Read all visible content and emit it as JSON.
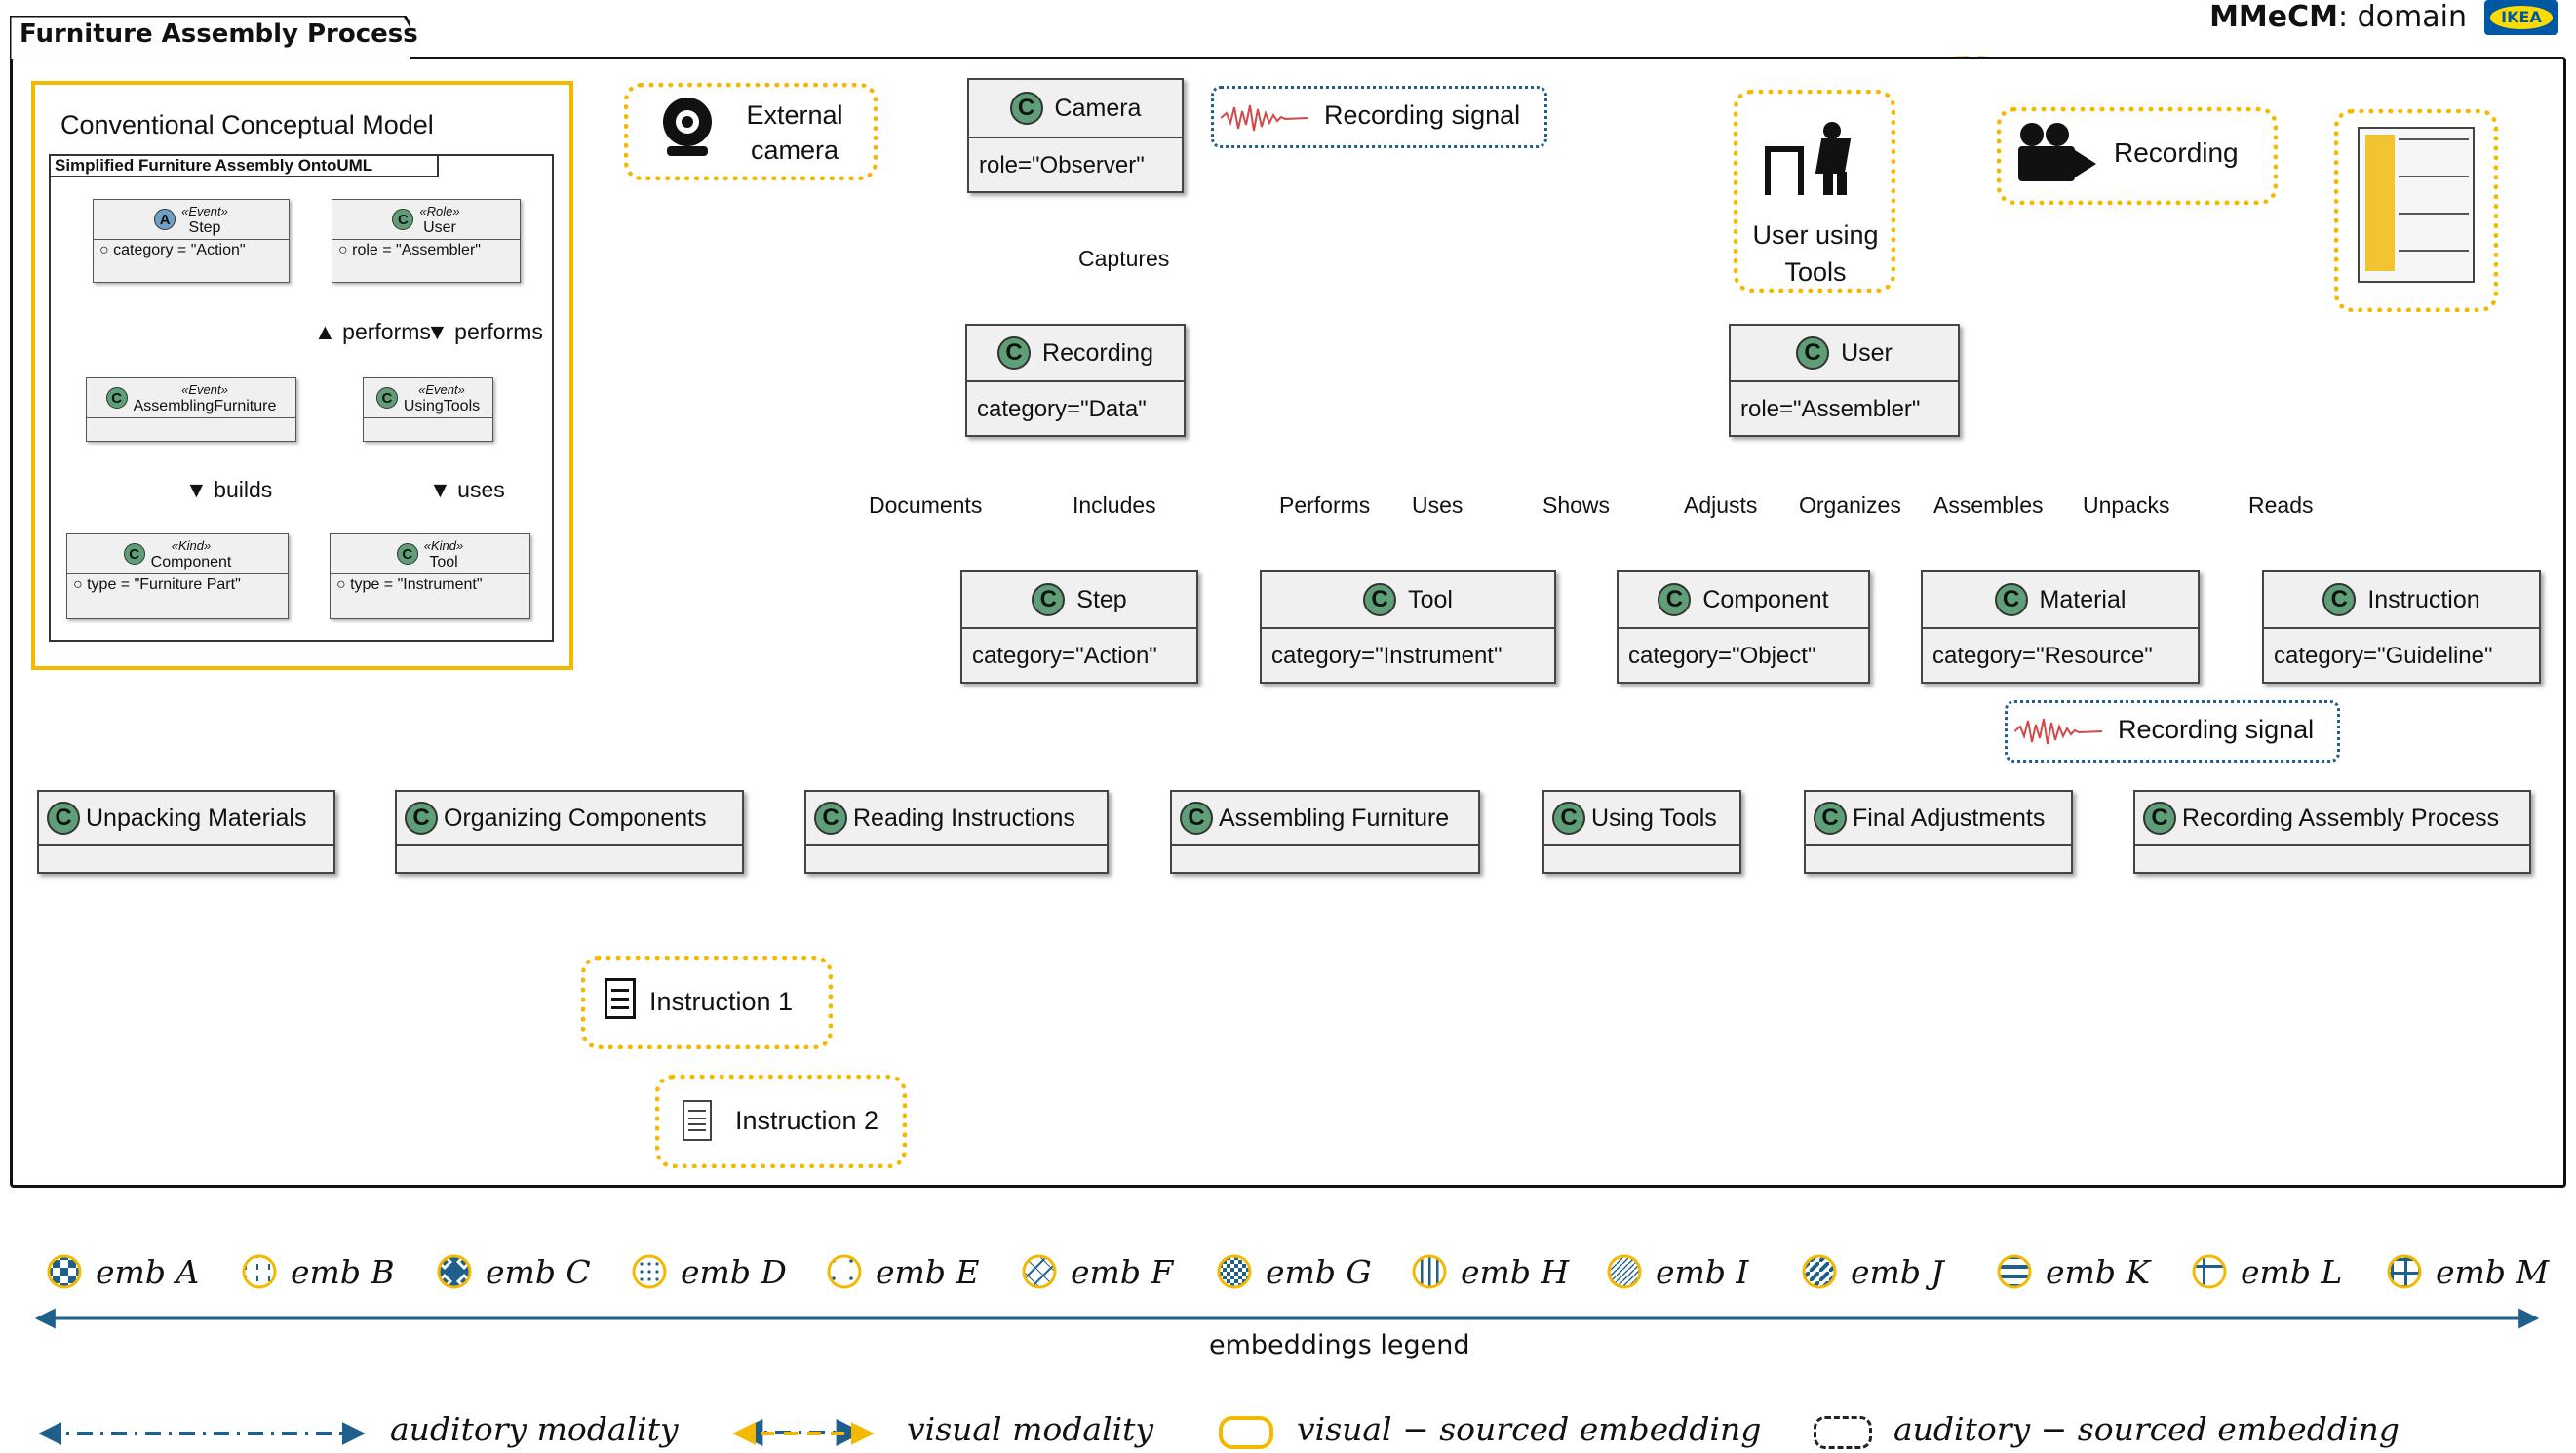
{
  "header": {
    "process_title": "Furniture Assembly Process",
    "domain_prefix": "MMeCM",
    "domain_suffix": ": domain",
    "logo_text": "IKEA"
  },
  "colors": {
    "visual": "#f3b800",
    "auditory": "#1f5f8b",
    "class_badge": "#5f9f77"
  },
  "conventional_model": {
    "title": "Conventional Conceptual Model",
    "subtitle": "Simplified Furniture Assembly OntoUML",
    "step": {
      "stereotype": "«Event»",
      "name": "Step",
      "attr": "category = \"Action\""
    },
    "user": {
      "stereotype": "«Role»",
      "name": "User",
      "attr": "role = \"Assembler\""
    },
    "assembling": {
      "stereotype": "«Event»",
      "name": "AssemblingFurniture"
    },
    "usingtools": {
      "stereotype": "«Event»",
      "name": "UsingTools"
    },
    "component": {
      "stereotype": "«Kind»",
      "name": "Component",
      "attr": "type = \"Furniture Part\""
    },
    "tool": {
      "stereotype": "«Kind»",
      "name": "Tool",
      "attr": "type = \"Instrument\""
    },
    "edges": {
      "performs1": "performs",
      "performs2": "performs",
      "builds": "builds",
      "uses": "uses"
    }
  },
  "sources": {
    "external_camera": "External\ncamera",
    "recording_signal_top": "Recording signal",
    "user_using_tools": "User using\nTools",
    "recording_top": "Recording",
    "recording_signal_bottom": "Recording signal",
    "instruction1": "Instruction 1",
    "instruction2": "Instruction 2"
  },
  "classes": {
    "camera": {
      "name": "Camera",
      "attr": "role=\"Observer\""
    },
    "recording": {
      "name": "Recording",
      "attr": "category=\"Data\""
    },
    "user": {
      "name": "User",
      "attr": "role=\"Assembler\""
    },
    "step": {
      "name": "Step",
      "attr": "category=\"Action\""
    },
    "tool": {
      "name": "Tool",
      "attr": "category=\"Instrument\""
    },
    "component": {
      "name": "Component",
      "attr": "category=\"Object\""
    },
    "material": {
      "name": "Material",
      "attr": "category=\"Resource\""
    },
    "instruction": {
      "name": "Instruction",
      "attr": "category=\"Guideline\""
    },
    "unpacking": {
      "name": "Unpacking Materials"
    },
    "organizing": {
      "name": "Organizing Components"
    },
    "reading": {
      "name": "Reading Instructions"
    },
    "assembling": {
      "name": "Assembling Furniture"
    },
    "usingtools": {
      "name": "Using Tools"
    },
    "final": {
      "name": "Final Adjustments"
    },
    "recordingprocess": {
      "name": "Recording Assembly Process"
    }
  },
  "edge_labels": {
    "captures": "Captures",
    "documents": "Documents",
    "includes": "Includes",
    "performs": "Performs",
    "uses": "Uses",
    "shows": "Shows",
    "adjusts": "Adjusts",
    "organizes": "Organizes",
    "assembles": "Assembles",
    "unpacks": "Unpacks",
    "reads": "Reads"
  },
  "embeddings": [
    {
      "key": "A",
      "label": "emb A",
      "pattern": "checker"
    },
    {
      "key": "B",
      "label": "emb B",
      "pattern": "dashed-vertical"
    },
    {
      "key": "C",
      "label": "emb C",
      "pattern": "diamonds"
    },
    {
      "key": "D",
      "label": "emb D",
      "pattern": "dots"
    },
    {
      "key": "E",
      "label": "emb E",
      "pattern": "sparse-dots"
    },
    {
      "key": "F",
      "label": "emb F",
      "pattern": "diagonal-lines"
    },
    {
      "key": "G",
      "label": "emb G",
      "pattern": "dense-checker"
    },
    {
      "key": "H",
      "label": "emb H",
      "pattern": "vertical-lines"
    },
    {
      "key": "I",
      "label": "emb I",
      "pattern": "fine-diagonal"
    },
    {
      "key": "J",
      "label": "emb J",
      "pattern": "thick-diagonal"
    },
    {
      "key": "K",
      "label": "emb K",
      "pattern": "horizontal-lines"
    },
    {
      "key": "L",
      "label": "emb L",
      "pattern": "cross"
    },
    {
      "key": "M",
      "label": "emb M",
      "pattern": "grid"
    }
  ],
  "legend": {
    "embeddings_caption": "embeddings legend",
    "auditory_modality": "auditory modality",
    "visual_modality": "visual modality",
    "visual_sourced": "visual − sourced embedding",
    "auditory_sourced": "auditory − sourced embedding"
  }
}
